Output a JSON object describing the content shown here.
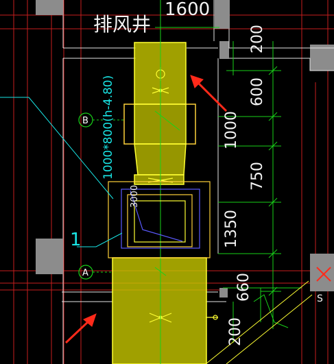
{
  "drawing": {
    "shaft_label": "排风井",
    "top_dimension": "1600",
    "right_dimensions": [
      "200",
      "600",
      "1000",
      "750",
      "1350",
      "660",
      "200"
    ],
    "duct_spec": "1000*800(h-4.80)",
    "small_dimension": "3000",
    "leader_tag": "1",
    "axis_b": "B",
    "axis_a": "A",
    "edge_tag": "S"
  },
  "colors": {
    "background": "#000000",
    "wall": "#8c8c8c",
    "duct_fill": "#d8d800",
    "duct_stroke": "#ffff33",
    "dimension": "#19d219",
    "leader": "#19e6e6",
    "arrow": "#ff2a1a",
    "gridline": "#c81e1e",
    "blue": "#5a5aff"
  }
}
